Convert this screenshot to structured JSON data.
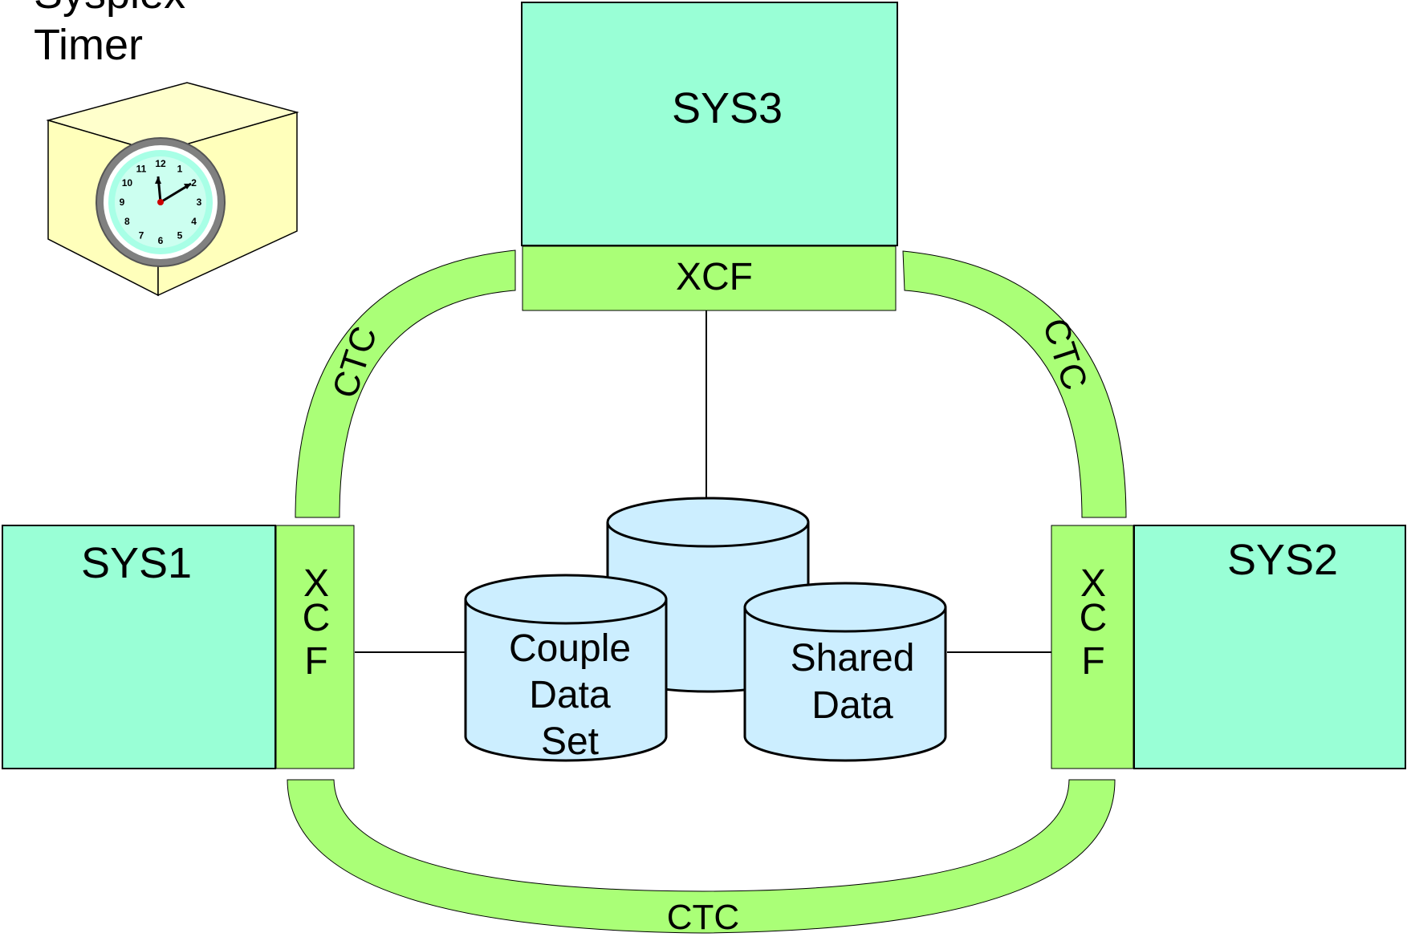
{
  "timer": {
    "title_line1": "Sysplex",
    "title_line2": "Timer",
    "dial_numbers": [
      "12",
      "1",
      "2",
      "3",
      "4",
      "5",
      "6",
      "7",
      "8",
      "9",
      "10",
      "11"
    ]
  },
  "systems": {
    "sys3": "SYS3",
    "sys1": "SYS1",
    "sys2": "SYS2"
  },
  "xcf": {
    "top": "XCF",
    "left_letters": [
      "X",
      "C",
      "F"
    ],
    "right_letters": [
      "X",
      "C",
      "F"
    ]
  },
  "links": {
    "left_arc": "CTC",
    "right_arc": "CTC",
    "bottom_arc": "CTC"
  },
  "data_sets": {
    "couple_line1": "Couple",
    "couple_line2": "Data",
    "couple_line3": "Set",
    "shared_line1": "Shared",
    "shared_line2": "Data"
  },
  "colors": {
    "system_fill": "#99ffd6",
    "xcf_fill": "#aaff77",
    "disk_fill": "#cceeff",
    "timer_box_fill": "#ffffbb",
    "clock_face": "#99ffe0"
  }
}
